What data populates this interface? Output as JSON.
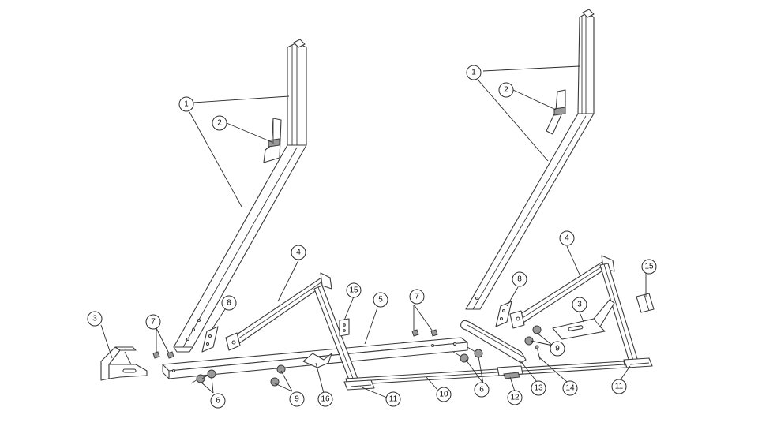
{
  "callouts": [
    {
      "id": "c1a",
      "label": "1"
    },
    {
      "id": "c1b",
      "label": "1"
    },
    {
      "id": "c2a",
      "label": "2"
    },
    {
      "id": "c2b",
      "label": "2"
    },
    {
      "id": "c3a",
      "label": "3"
    },
    {
      "id": "c3b",
      "label": "3"
    },
    {
      "id": "c4a",
      "label": "4"
    },
    {
      "id": "c4b",
      "label": "4"
    },
    {
      "id": "c5",
      "label": "5"
    },
    {
      "id": "c6a",
      "label": "6"
    },
    {
      "id": "c6b",
      "label": "6"
    },
    {
      "id": "c7a",
      "label": "7"
    },
    {
      "id": "c7b",
      "label": "7"
    },
    {
      "id": "c8a",
      "label": "8"
    },
    {
      "id": "c8b",
      "label": "8"
    },
    {
      "id": "c9a",
      "label": "9"
    },
    {
      "id": "c9b",
      "label": "9"
    },
    {
      "id": "c10",
      "label": "10"
    },
    {
      "id": "c11a",
      "label": "11"
    },
    {
      "id": "c11b",
      "label": "11"
    },
    {
      "id": "c12",
      "label": "12"
    },
    {
      "id": "c13",
      "label": "13"
    },
    {
      "id": "c14",
      "label": "14"
    },
    {
      "id": "c15a",
      "label": "15"
    },
    {
      "id": "c15b",
      "label": "15"
    },
    {
      "id": "c16",
      "label": "16"
    }
  ],
  "colors": {
    "line": "#3a3a3a",
    "background": "#ffffff",
    "hardware": "#9a9a9a"
  }
}
